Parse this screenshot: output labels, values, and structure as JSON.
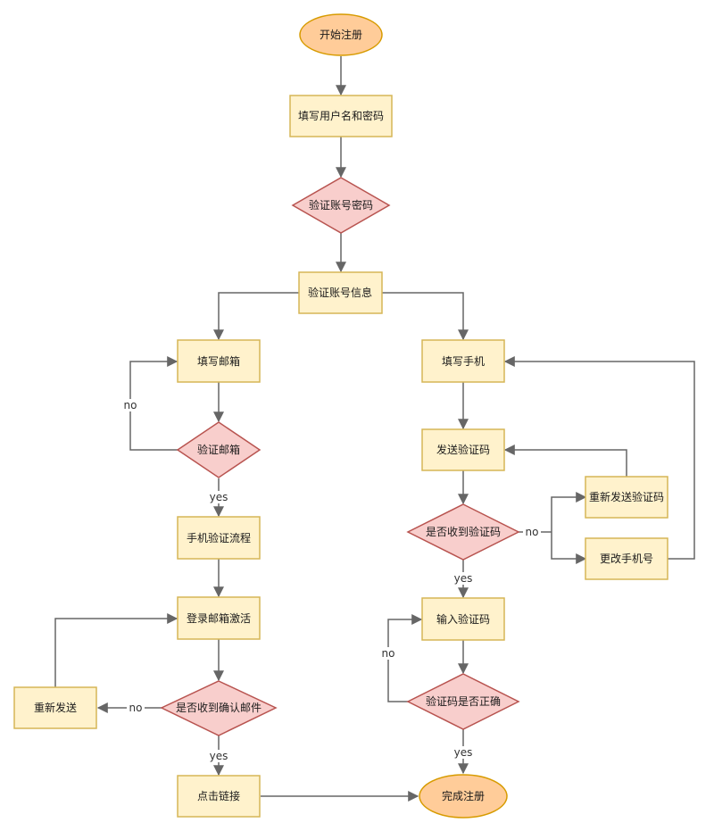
{
  "colors": {
    "process_fill": "#fff2cc",
    "process_stroke": "#d6b656",
    "decision_fill": "#f8cecc",
    "decision_stroke": "#b85450",
    "terminal_fill": "#ffcc99",
    "terminal_stroke": "#d79b00",
    "edge": "#666666"
  },
  "nodes": {
    "start": "开始注册",
    "fill_user_pass": "填写用户名和密码",
    "verify_account_pass": "验证账号密码",
    "verify_account_info": "验证账号信息",
    "fill_email": "填写邮箱",
    "verify_email": "验证邮箱",
    "phone_verify_flow": "手机验证流程",
    "login_email_activate": "登录邮箱激活",
    "received_confirm_email": "是否收到确认邮件",
    "resend": "重新发送",
    "click_link": "点击链接",
    "finish": "完成注册",
    "fill_phone": "填写手机",
    "send_code": "发送验证码",
    "received_code": "是否收到验证码",
    "resend_code": "重新发送验证码",
    "change_phone": "更改手机号",
    "input_code": "输入验证码",
    "code_correct": "验证码是否正确"
  },
  "edge_labels": {
    "email_no": "no",
    "email_yes": "yes",
    "confirm_no": "no",
    "confirm_yes": "yes",
    "code_no": "no",
    "code_yes": "yes",
    "correct_no": "no",
    "correct_yes": "yes"
  }
}
